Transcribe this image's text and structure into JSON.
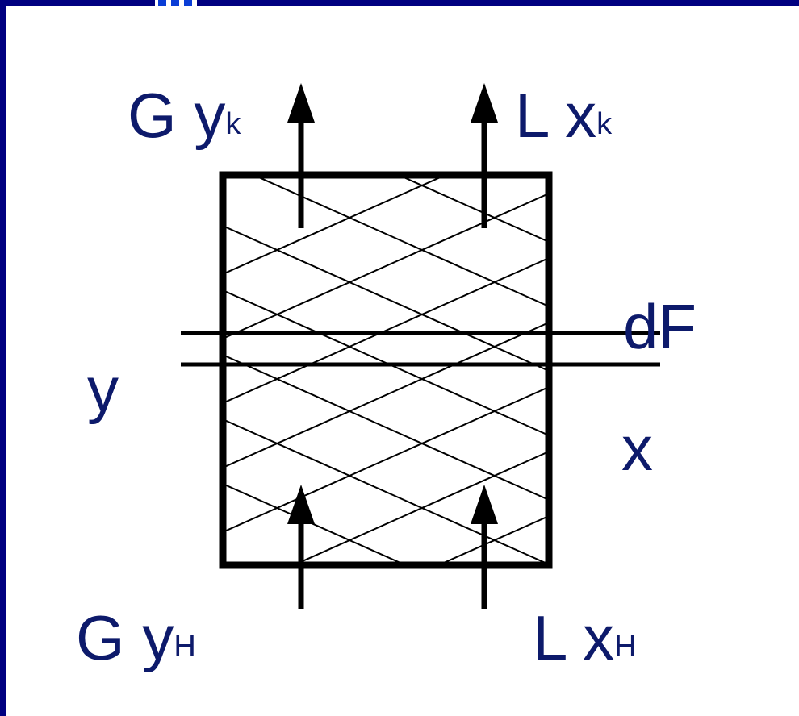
{
  "labels": {
    "gas_top": {
      "main": "G y",
      "sub": "k"
    },
    "liquid_top": {
      "main": "L x",
      "sub": "k"
    },
    "gas_bottom": {
      "main": "G y",
      "sub": "H"
    },
    "liquid_bottom": {
      "main": "L x",
      "sub": "H"
    },
    "y": "y",
    "x": "x",
    "dF": "dF"
  },
  "colors": {
    "border": "#000080",
    "text": "#0d1a6b",
    "drawing": "#000000",
    "background": "#ffffff"
  },
  "icons": [
    "up-arrow-icon"
  ]
}
